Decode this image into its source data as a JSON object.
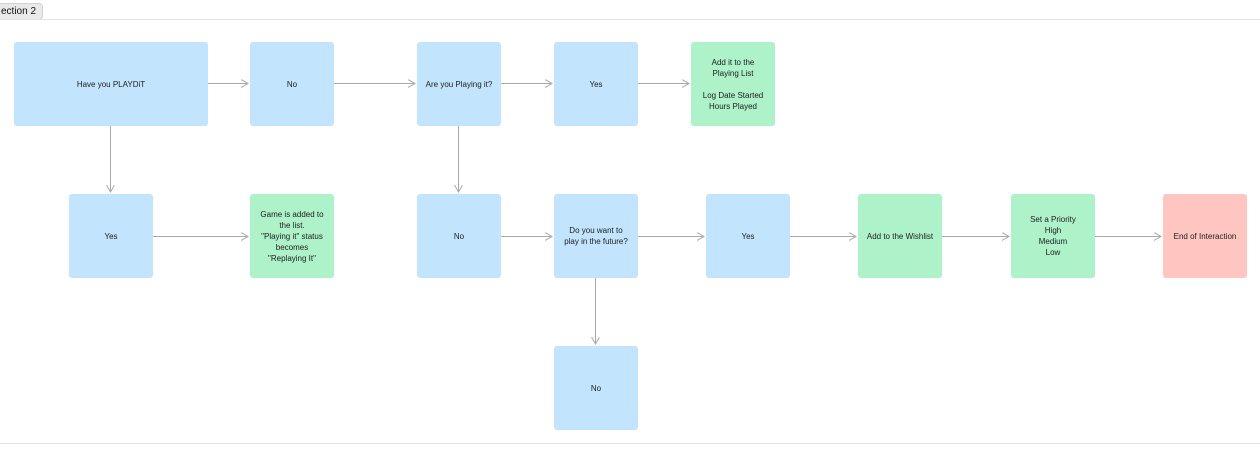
{
  "section": {
    "label": "ection 2"
  },
  "colors": {
    "blue": "#c2e4fd",
    "green": "#adf2c8",
    "red": "#ffc6c1",
    "connector": "#a9a9a9"
  },
  "nodes": {
    "have_you_playdit": "Have you PLAYDiT",
    "no_1": "No",
    "are_you_playing": "Are you Playing it?",
    "yes_1": "Yes",
    "add_to_playing": "Add it to the\nPlaying List\n\nLog Date Started\nHours Played",
    "yes_2": "Yes",
    "game_added": "Game is added to\nthe list.\n\"Playing it\" status\nbecomes\n\"Replaying It\"",
    "no_2": "No",
    "play_in_future": "Do you want to\nplay in the future?",
    "yes_3": "Yes",
    "add_to_wishlist": "Add to the Wishlist",
    "set_priority": "Set a Priority\nHigh\nMedium\nLow",
    "end_of_interaction": "End of Interaction",
    "no_3": "No"
  }
}
